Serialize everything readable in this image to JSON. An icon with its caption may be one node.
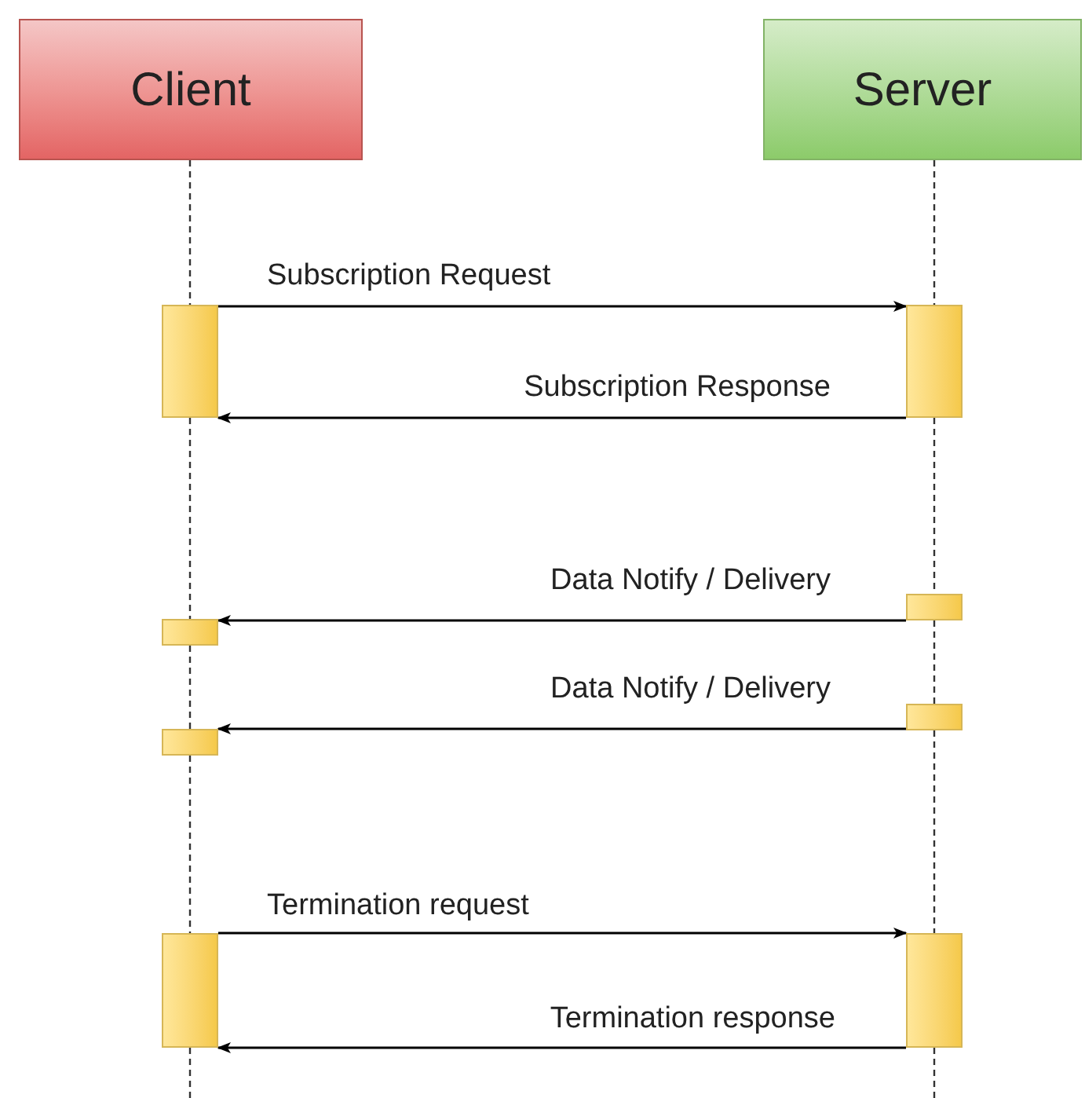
{
  "diagram": {
    "nodes": [
      {
        "text": [
          "Client"
        ]
      },
      {
        "text": [
          "Server"
        ]
      },
      {
        "text": [],
        "shape": "bar"
      },
      {
        "text": [],
        "shape": "bar"
      },
      {
        "text": [],
        "shape": "bar"
      },
      {
        "text": [],
        "shape": "bar"
      },
      {
        "text": [],
        "shape": "bar"
      },
      {
        "text": [],
        "shape": "bar"
      },
      {
        "text": [],
        "shape": "bar"
      },
      {
        "text": [],
        "shape": "bar"
      }
    ],
    "edges": [
      {
        "from": 2,
        "to": 3,
        "arrow": "to",
        "label": "Subscription Request"
      },
      {
        "from": 3,
        "to": 2,
        "arrow": "to",
        "label": "Subscription Response"
      },
      {
        "from": 4,
        "to": 5,
        "arrow": "to",
        "label": "Data Notify / Delivery"
      },
      {
        "from": 6,
        "to": 7,
        "arrow": "to",
        "label": "Data Notify / Delivery"
      },
      {
        "from": 8,
        "to": 9,
        "arrow": "to",
        "label": "Termination request"
      },
      {
        "from": 9,
        "to": 8,
        "arrow": "to",
        "label": "Termination response"
      },
      {
        "from": 0,
        "to": 2,
        "arrow": "none",
        "style": "dashed"
      },
      {
        "from": 2,
        "to": 5,
        "arrow": "none",
        "style": "dashed"
      },
      {
        "from": 5,
        "to": 7,
        "arrow": "none",
        "style": "dashed"
      },
      {
        "from": 7,
        "to": 8,
        "arrow": "none",
        "style": "dashed"
      },
      {
        "from": 8,
        "to": null,
        "arrow": "none",
        "style": "dashed"
      },
      {
        "from": 1,
        "to": 3,
        "arrow": "none",
        "style": "dashed"
      },
      {
        "from": 3,
        "to": 4,
        "arrow": "none",
        "style": "dashed"
      },
      {
        "from": 4,
        "to": 6,
        "arrow": "none",
        "style": "dashed"
      },
      {
        "from": 6,
        "to": 9,
        "arrow": "none",
        "style": "dashed"
      },
      {
        "from": 9,
        "to": null,
        "arrow": "none",
        "style": "dashed"
      }
    ]
  }
}
